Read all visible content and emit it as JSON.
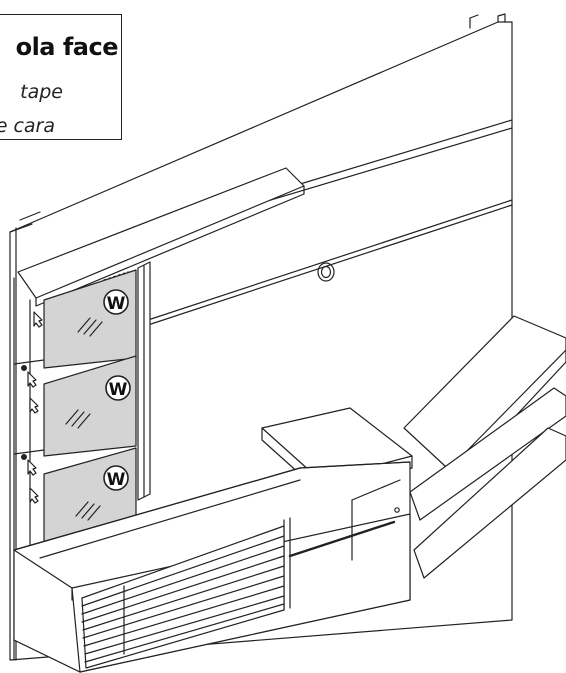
{
  "label": {
    "title": "ola face",
    "line1": "tape",
    "line2": "e cara"
  },
  "markers": {
    "wall_mount_letter": "W"
  },
  "colors": {
    "line": "#222222",
    "glass": "#d4d4d4",
    "paper": "#ffffff"
  }
}
